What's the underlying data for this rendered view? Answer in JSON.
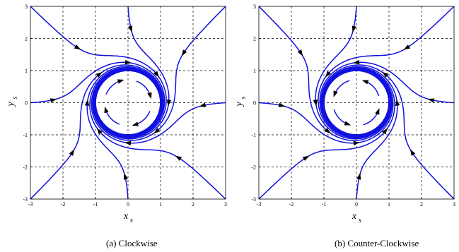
{
  "chart_data": [
    {
      "type": "line",
      "caption": "(a)  Clockwise",
      "direction": "clockwise",
      "xlabel": "x",
      "xlabel_sub": "s",
      "ylabel": "y",
      "ylabel_sub": "s",
      "xlim": [
        -3,
        3
      ],
      "ylim": [
        -3,
        3
      ],
      "xticks": [
        "-3",
        "-2",
        "-1",
        "0",
        "1",
        "2",
        "3"
      ],
      "yticks": [
        "-3",
        "-2",
        "-1",
        "0",
        "1",
        "2",
        "3"
      ],
      "grid": true,
      "limit_cycle_radius": 1,
      "line_color": "#1010e0",
      "start_points": [
        [
          -3,
          3
        ],
        [
          0,
          3
        ],
        [
          3,
          3
        ],
        [
          -3,
          0
        ],
        [
          3,
          0
        ],
        [
          -3,
          -3
        ],
        [
          0,
          -3
        ],
        [
          3,
          -3
        ]
      ]
    },
    {
      "type": "line",
      "caption": "(b)  Counter-Clockwise",
      "direction": "counter-clockwise",
      "xlabel": "x",
      "xlabel_sub": "s",
      "ylabel": "y",
      "ylabel_sub": "s",
      "xlim": [
        -3,
        3
      ],
      "ylim": [
        -3,
        3
      ],
      "xticks": [
        "-3",
        "-2",
        "-1",
        "0",
        "1",
        "2",
        "3"
      ],
      "yticks": [
        "-3",
        "-2",
        "-1",
        "0",
        "1",
        "2",
        "3"
      ],
      "grid": true,
      "limit_cycle_radius": 1,
      "line_color": "#1010e0",
      "start_points": [
        [
          -3,
          3
        ],
        [
          0,
          3
        ],
        [
          3,
          3
        ],
        [
          -3,
          0
        ],
        [
          3,
          0
        ],
        [
          -3,
          -3
        ],
        [
          0,
          -3
        ],
        [
          3,
          -3
        ]
      ]
    }
  ]
}
